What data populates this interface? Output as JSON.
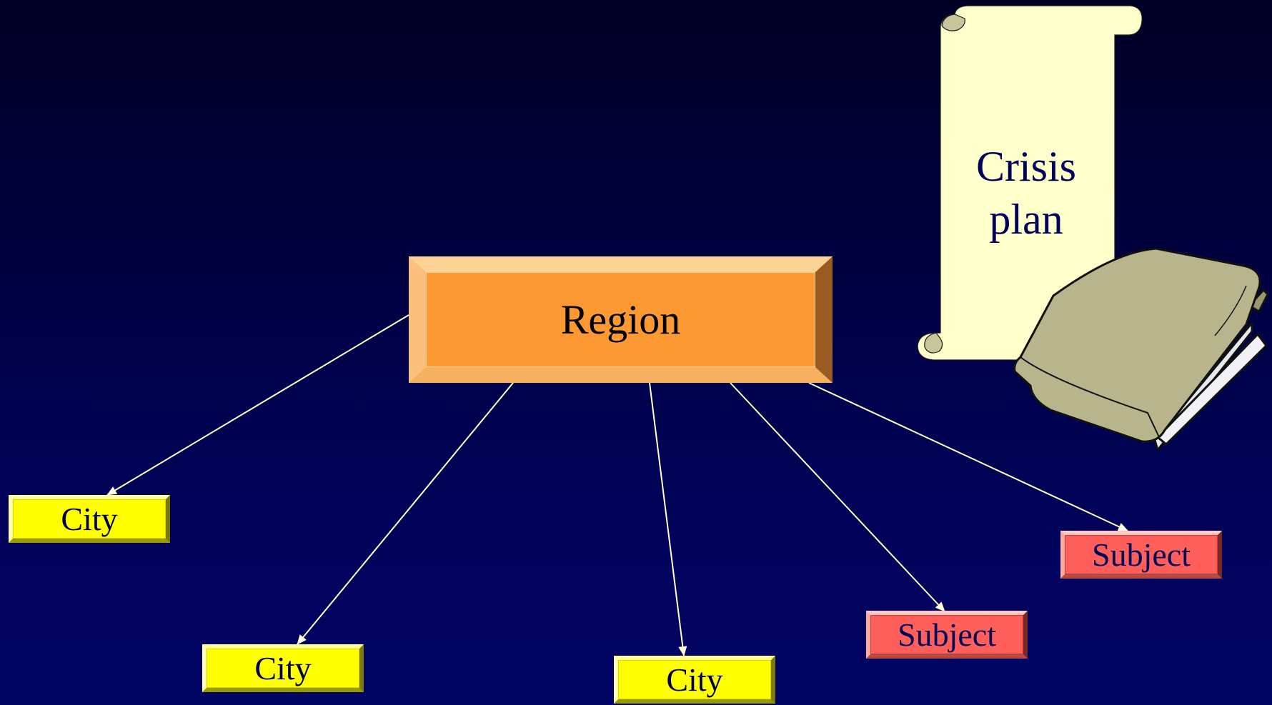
{
  "region": {
    "label": "Region"
  },
  "cities": [
    "City",
    "City",
    "City"
  ],
  "subjects": [
    "Subject",
    "Subject"
  ],
  "crisis_plan": {
    "line1": "Crisis",
    "line2": "plan"
  },
  "colors": {
    "region_fill": "#fd9933",
    "city_fill": "#ffff00",
    "subject_fill": "#fe5f5b",
    "scroll_fill": "#ffffcc",
    "folder_fill": "#b8b48c",
    "arrow": "#ffffcc",
    "background": "#000257"
  },
  "icons": [
    "scroll-icon",
    "folder-icon"
  ]
}
